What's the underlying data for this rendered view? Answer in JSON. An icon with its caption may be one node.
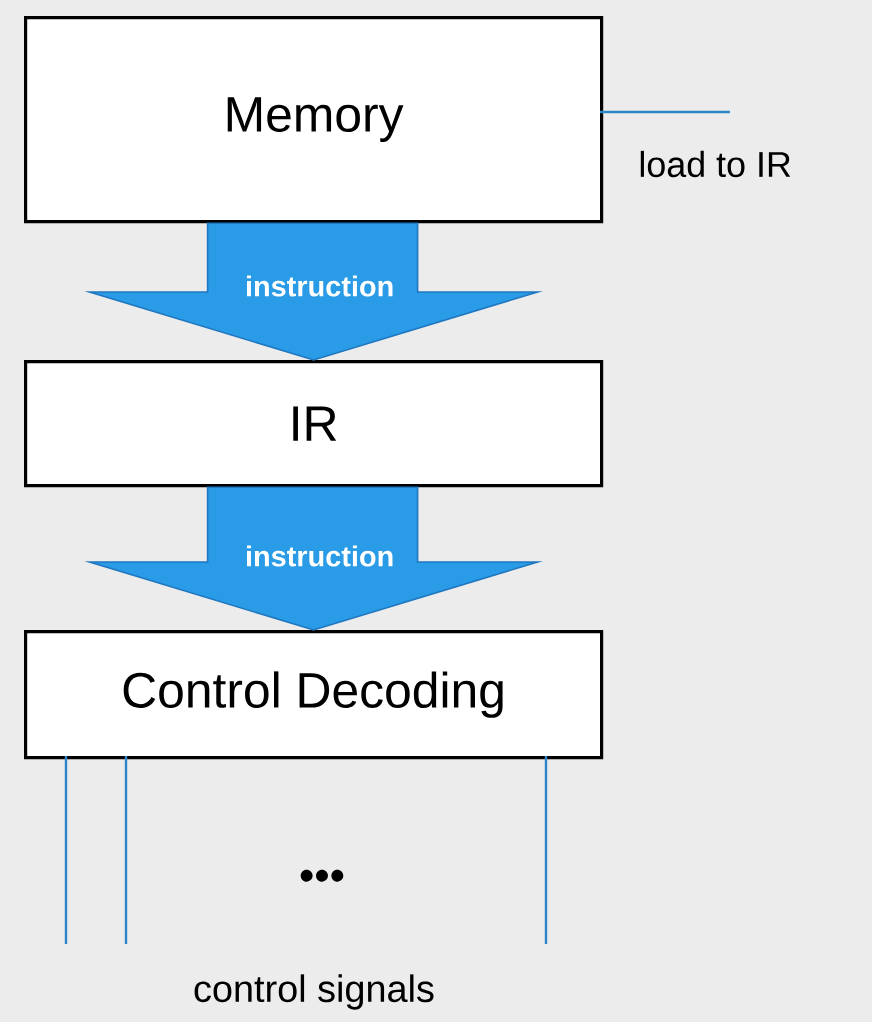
{
  "diagram": {
    "nodes": [
      {
        "text": [
          "Memory"
        ]
      },
      {
        "text": [
          "IR"
        ]
      },
      {
        "text": [
          "Control Decoding"
        ]
      }
    ],
    "edges": [
      {
        "from": 0,
        "to": 1,
        "arrow": "to",
        "label": "instruction",
        "style": "thick"
      },
      {
        "from": 1,
        "to": 2,
        "arrow": "to",
        "label": "instruction",
        "style": "thick"
      },
      {
        "from": 0,
        "to": null,
        "arrow": "none",
        "label": "load to IR"
      },
      {
        "from": 2,
        "to": null,
        "arrow": "none"
      },
      {
        "from": 2,
        "to": null,
        "arrow": "none"
      },
      {
        "from": 2,
        "to": null,
        "arrow": "none"
      }
    ],
    "labels": [
      "•••",
      "control signals"
    ]
  }
}
